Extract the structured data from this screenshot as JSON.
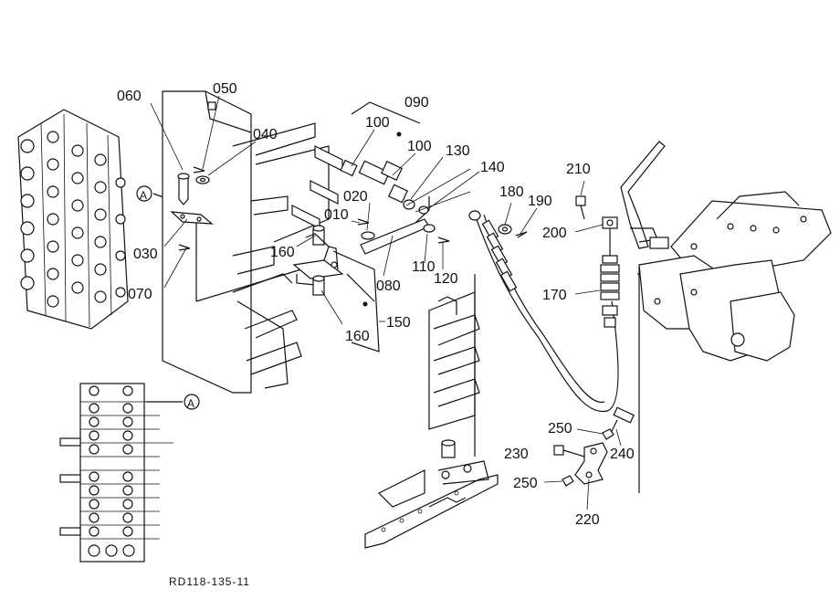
{
  "diagram": {
    "caption": "RD118-135-11",
    "reference_marker": "A",
    "callouts": [
      {
        "id": "c050",
        "text": "050"
      },
      {
        "id": "c060",
        "text": "060"
      },
      {
        "id": "c040",
        "text": "040"
      },
      {
        "id": "c030",
        "text": "030"
      },
      {
        "id": "c070",
        "text": "070"
      },
      {
        "id": "c090",
        "text": "090"
      },
      {
        "id": "c100a",
        "text": "100"
      },
      {
        "id": "c100b",
        "text": "100"
      },
      {
        "id": "c130",
        "text": "130"
      },
      {
        "id": "c140",
        "text": "140"
      },
      {
        "id": "c020",
        "text": "020"
      },
      {
        "id": "c010",
        "text": "010"
      },
      {
        "id": "c160a",
        "text": "160"
      },
      {
        "id": "c160b",
        "text": "160"
      },
      {
        "id": "c080",
        "text": "080"
      },
      {
        "id": "c110",
        "text": "110"
      },
      {
        "id": "c120",
        "text": "120"
      },
      {
        "id": "c150",
        "text": "150"
      },
      {
        "id": "c180",
        "text": "180"
      },
      {
        "id": "c190",
        "text": "190"
      },
      {
        "id": "c210",
        "text": "210"
      },
      {
        "id": "c200",
        "text": "200"
      },
      {
        "id": "c170",
        "text": "170"
      },
      {
        "id": "c250a",
        "text": "250"
      },
      {
        "id": "c240",
        "text": "240"
      },
      {
        "id": "c230",
        "text": "230"
      },
      {
        "id": "c250b",
        "text": "250"
      },
      {
        "id": "c220",
        "text": "220"
      }
    ]
  }
}
